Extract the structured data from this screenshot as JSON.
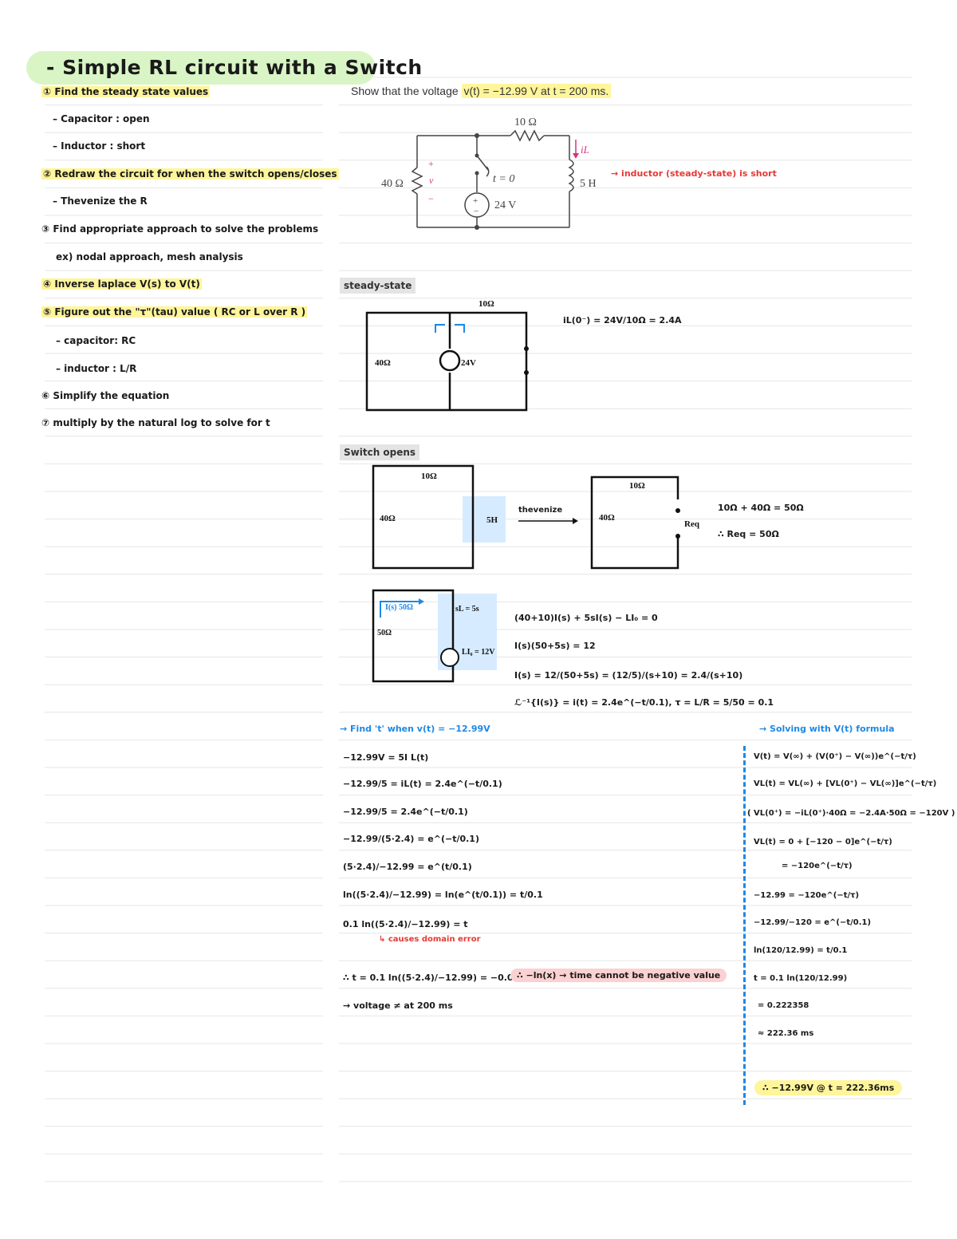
{
  "title": "- Simple RL circuit with a Switch",
  "steps": [
    {
      "text": "① Find the steady state values"
    },
    {
      "text": "– Capacitor : open"
    },
    {
      "text": "– Inductor : short"
    },
    {
      "text": "② Redraw the circuit for when the switch opens/closes"
    },
    {
      "text": "– Thevenize the R"
    },
    {
      "text": "③ Find appropriate approach to solve the problems"
    },
    {
      "text": "ex) nodal approach, mesh analysis"
    },
    {
      "text": "④ Inverse laplace V(s) to V(t)"
    },
    {
      "text": "⑤ Figure out the \"τ\"(tau) value ( RC or L over R )"
    },
    {
      "text": "– capacitor: RC"
    },
    {
      "text": "– inductor : L/R"
    },
    {
      "text": "⑥ Simplify the equation"
    },
    {
      "text": "⑦ multiply by the natural log to solve for t"
    }
  ],
  "problem": {
    "prefix": "Show that the voltage ",
    "highlight": "v(t) = −12.99 V at t = 200 ms."
  },
  "circuit": {
    "r10": "10 Ω",
    "r40": "40 Ω",
    "switch": "t = 0",
    "source": "24 V",
    "inductor": "5 H",
    "current": "iL",
    "voltage": "v",
    "plus": "+",
    "minus": "−"
  },
  "side_note": "→ inductor (steady-state) is short",
  "steady": {
    "tag": "steady-state",
    "r10": "10Ω",
    "r40": "40Ω",
    "src": "24V",
    "eq": "iL(0⁻) = 24V/10Ω = 2.4A"
  },
  "opens": {
    "tag": "Switch opens",
    "r10": "10Ω",
    "r40": "40Ω",
    "l": "5H",
    "arrow": "thevenize",
    "req": "Req",
    "eq1": "10Ω + 40Ω = 50Ω",
    "eq2": "∴ Req = 50Ω",
    "mesh_label": "I(s) 50Ω",
    "r50": "50Ω",
    "sl": "sL = 5s",
    "li0": "LI₀ = 12V",
    "m1": "(40+10)I(s) + 5sI(s) − LI₀ = 0",
    "m2": "I(s)(50+5s) = 12",
    "m3": "I(s) = 12/(50+5s) = (12/5)/(s+10) = 2.4/(s+10)",
    "m4": "ℒ⁻¹{I(s)} = i(t) = 2.4e^(−t/0.1),  τ = L/R = 5/50 = 0.1"
  },
  "find_t": {
    "header": "→ Find 't' when v(t) = −12.99V",
    "lines": [
      "−12.99V = 5I L(t)",
      "−12.99/5 = iL(t) = 2.4e^(−t/0.1)",
      "−12.99/5 = 2.4e^(−t/0.1)",
      "−12.99/(5·2.4) = e^(−t/0.1)",
      "(5·2.4)/−12.99 = e^(t/0.1)",
      "ln((5·2.4)/−12.99) = ln(e^(t/0.1)) = t/0.1",
      "0.1 ln((5·2.4)/−12.99) = t"
    ],
    "error_note": "↳ causes domain error",
    "final": "∴ t = 0.1 ln((5·2.4)/−12.99) = −0.008 s",
    "final_note": "∴ −ln(x) → time cannot be negative value",
    "conclusion": "→ voltage ≠ at 200 ms"
  },
  "right": {
    "header": "→ Solving with V(t) formula",
    "lines": [
      "V(t) = V(∞) + (V(0⁺) − V(∞))e^(−t/τ)",
      "VL(t) = VL(∞) + [VL(0⁺) − VL(∞)]e^(−t/τ)",
      "( VL(0⁺) = −iL(0⁺)·40Ω = −2.4A·50Ω = −120V )",
      "VL(t) = 0 + [−120 − 0]e^(−t/τ)",
      "= −120e^(−t/τ)",
      "−12.99 = −120e^(−t/τ)",
      "−12.99/−120 = e^(−t/0.1)",
      "ln(120/12.99) = t/0.1",
      "t = 0.1 ln(120/12.99)",
      "= 0.222358",
      "≈ 222.36 ms"
    ],
    "answer": "∴ −12.99V @ t = 222.36ms"
  }
}
